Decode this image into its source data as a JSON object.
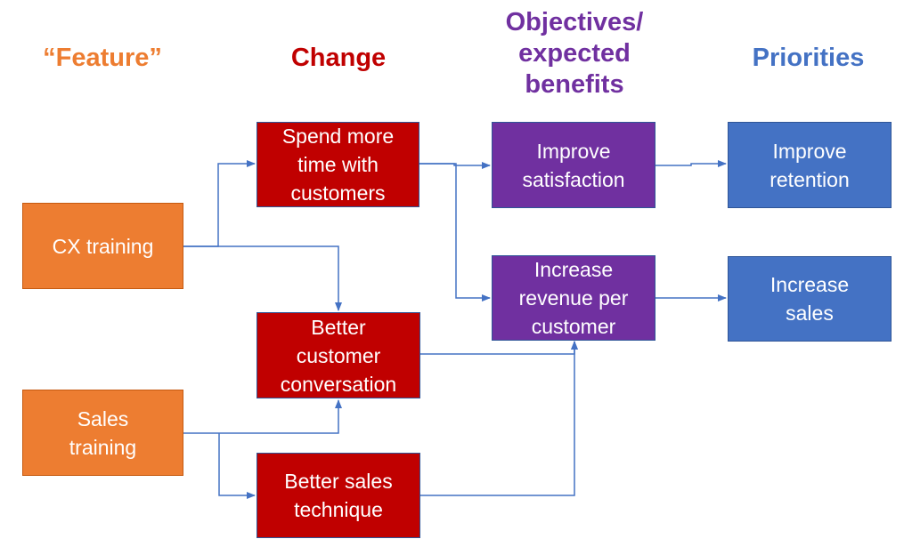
{
  "colors": {
    "feature": "#ed7d31",
    "change": "#c00000",
    "objectives": "#7030a0",
    "priorities": "#4472c4",
    "connector": "#4472c4"
  },
  "headers": {
    "feature": "“Feature”",
    "change": "Change",
    "objectives": "Objectives/\nexpected\nbenefits",
    "priorities": "Priorities"
  },
  "features": {
    "cx_training": "CX training",
    "sales_training": "Sales\ntraining"
  },
  "changes": {
    "spend_more_time": "Spend more\ntime with\ncustomers",
    "better_conversation": "Better\ncustomer\nconversation",
    "better_sales_technique": "Better sales\ntechnique"
  },
  "objectives": {
    "improve_satisfaction": "Improve\nsatisfaction",
    "increase_revenue": "Increase\nrevenue per\ncustomer"
  },
  "priorities": {
    "improve_retention": "Improve\nretention",
    "increase_sales": "Increase\nsales"
  },
  "connections": [
    {
      "from": "CX training",
      "to": "Spend more time with customers"
    },
    {
      "from": "CX training",
      "to": "Better customer conversation"
    },
    {
      "from": "Sales training",
      "to": "Better customer conversation"
    },
    {
      "from": "Sales training",
      "to": "Better sales technique"
    },
    {
      "from": "Spend more time with customers",
      "to": "Improve satisfaction"
    },
    {
      "from": "Spend more time with customers",
      "to": "Increase revenue per customer"
    },
    {
      "from": "Better customer conversation",
      "to": "Increase revenue per customer"
    },
    {
      "from": "Better sales technique",
      "to": "Increase revenue per customer"
    },
    {
      "from": "Improve satisfaction",
      "to": "Improve retention"
    },
    {
      "from": "Increase revenue per customer",
      "to": "Increase sales"
    }
  ]
}
